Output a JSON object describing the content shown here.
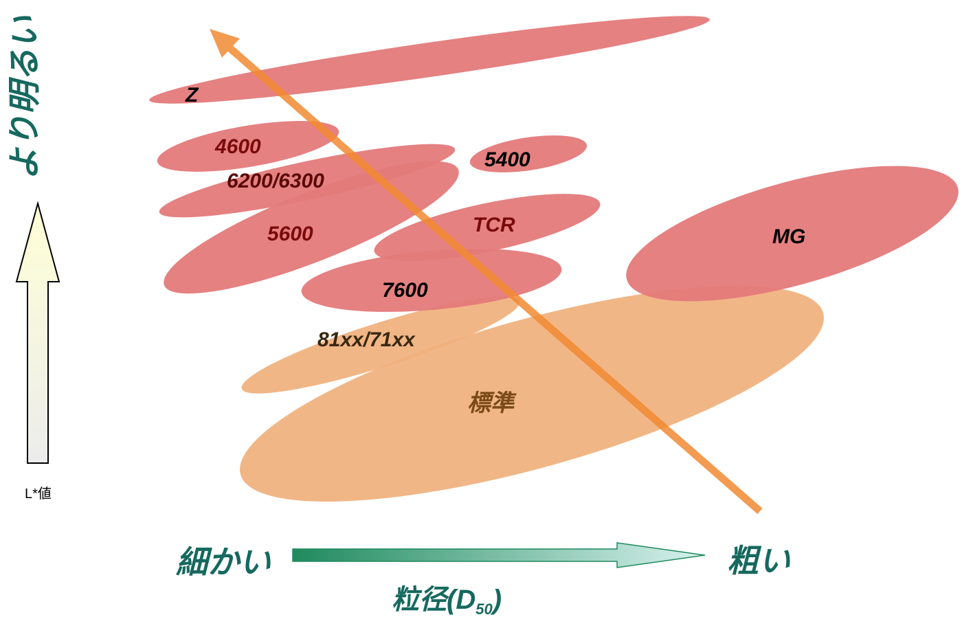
{
  "brightness_axis": {
    "title": "より明るい",
    "value_label": "L*値"
  },
  "particle_axis": {
    "fine_label": "細かい",
    "coarse_label": "粗い",
    "title_main": "粒径(D",
    "title_sub": "50",
    "title_close": ")"
  },
  "grades": [
    {
      "id": "z",
      "label": "Z"
    },
    {
      "id": "4600",
      "label": "4600"
    },
    {
      "id": "6200",
      "label": "6200/6300"
    },
    {
      "id": "5600",
      "label": "5600"
    },
    {
      "id": "5400",
      "label": "5400"
    },
    {
      "id": "tcr",
      "label": "TCR"
    },
    {
      "id": "7600",
      "label": "7600"
    },
    {
      "id": "mg",
      "label": "MG"
    },
    {
      "id": "81xx",
      "label": "81xx/71xx"
    },
    {
      "id": "std",
      "label": "標準"
    }
  ],
  "colors": {
    "red_ellipse": "#e47a7a",
    "orange_ellipse": "#f0b07c",
    "trend_arrow": "#f28a32",
    "axis_text": "#16695f",
    "up_arrow_fill_top": "#ffffd8",
    "up_arrow_fill_bottom": "#eeeeee"
  }
}
